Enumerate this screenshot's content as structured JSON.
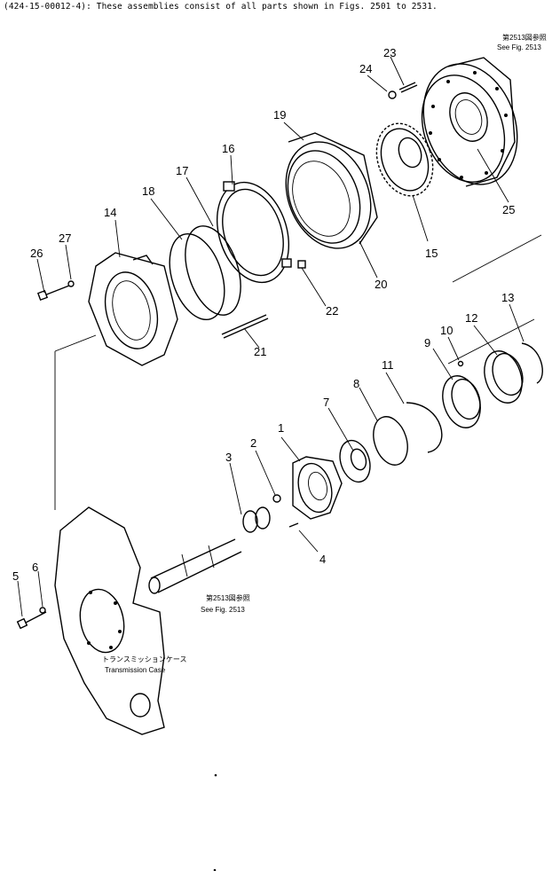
{
  "header": {
    "text": "(424-15-00012-4): These assemblies consist of all parts shown in Figs. 2501 to 2531."
  },
  "parts": [
    {
      "id": "part-1",
      "label": "1"
    },
    {
      "id": "part-2",
      "label": "2"
    },
    {
      "id": "part-3",
      "label": "3"
    },
    {
      "id": "part-4",
      "label": "4"
    },
    {
      "id": "part-5",
      "label": "5"
    },
    {
      "id": "part-6",
      "label": "6"
    },
    {
      "id": "part-7",
      "label": "7"
    },
    {
      "id": "part-8",
      "label": "8"
    },
    {
      "id": "part-9",
      "label": "9"
    },
    {
      "id": "part-10",
      "label": "10"
    },
    {
      "id": "part-11",
      "label": "11"
    },
    {
      "id": "part-12",
      "label": "12"
    },
    {
      "id": "part-13",
      "label": "13"
    },
    {
      "id": "part-14",
      "label": "14"
    },
    {
      "id": "part-15",
      "label": "15"
    },
    {
      "id": "part-16",
      "label": "16"
    },
    {
      "id": "part-17",
      "label": "17"
    },
    {
      "id": "part-18",
      "label": "18"
    },
    {
      "id": "part-19",
      "label": "19"
    },
    {
      "id": "part-20",
      "label": "20"
    },
    {
      "id": "part-21",
      "label": "21"
    },
    {
      "id": "part-22",
      "label": "22"
    },
    {
      "id": "part-23",
      "label": "23"
    },
    {
      "id": "part-24",
      "label": "24"
    },
    {
      "id": "part-25",
      "label": "25"
    },
    {
      "id": "part-26",
      "label": "26"
    },
    {
      "id": "part-27",
      "label": "27"
    }
  ],
  "references": {
    "top": {
      "jp": "第2513図参照",
      "en": "See Fig. 2513"
    },
    "shaft": {
      "jp": "第2513図参照",
      "en": "See Fig. 2513"
    }
  },
  "case_label": {
    "jp": "トランスミッションケース",
    "en": "Transmission Case"
  }
}
